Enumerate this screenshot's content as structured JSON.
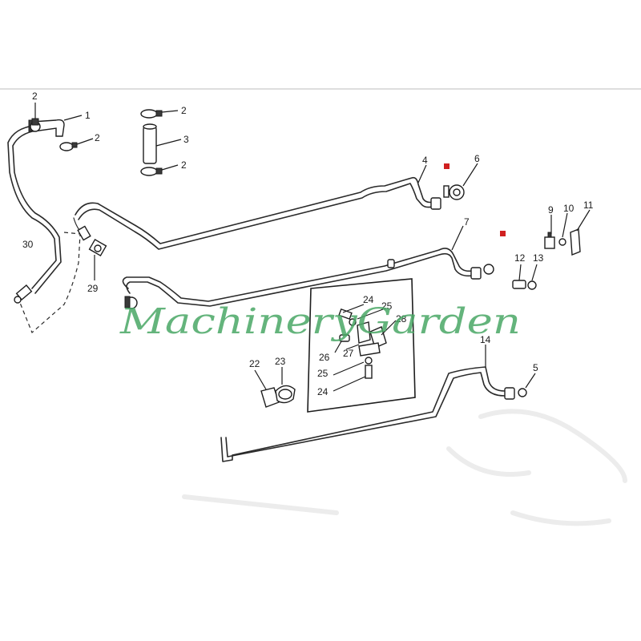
{
  "callouts": {
    "c1": "1",
    "c2a": "2",
    "c2b": "2",
    "c2c": "2",
    "c2d": "2",
    "c3": "3",
    "c4": "4",
    "c5": "5",
    "c6": "6",
    "c7": "7",
    "c9": "9",
    "c10": "10",
    "c11": "11",
    "c12": "12",
    "c13": "13",
    "c14": "14",
    "c22": "22",
    "c23": "23",
    "c24a": "24",
    "c24b": "24",
    "c25a": "25",
    "c25b": "25",
    "c26": "26",
    "c27": "27",
    "c28": "28",
    "c29": "29",
    "c30": "30"
  },
  "watermark": "MachineryGarden",
  "colors": {
    "line": "#2a2a2a",
    "marker": "#d02020",
    "watermark": "#4aa866"
  }
}
